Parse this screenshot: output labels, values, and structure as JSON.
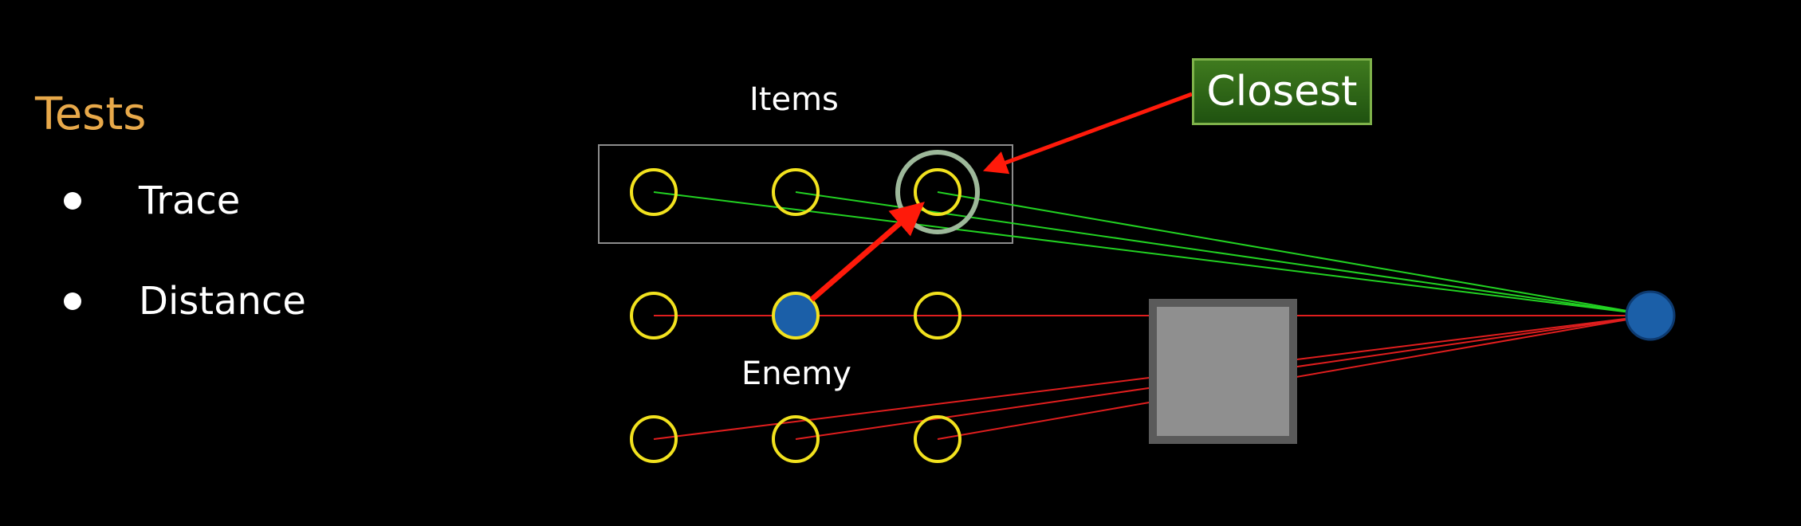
{
  "heading": "Tests",
  "bullets": [
    "Trace",
    "Distance"
  ],
  "labels": {
    "items": "Items",
    "enemy": "Enemy",
    "closest": "Closest"
  },
  "colors": {
    "heading": "#e8a94a",
    "circle": "#f2e21e",
    "trace_hit": "#22d222",
    "trace_blocked": "#e01e1e",
    "arrow": "#ff1a0a",
    "player": "#1b5fa8",
    "obstacle": "#8f8f8f",
    "highlight": "#9db89a",
    "label_box": "#2f6a18"
  }
}
